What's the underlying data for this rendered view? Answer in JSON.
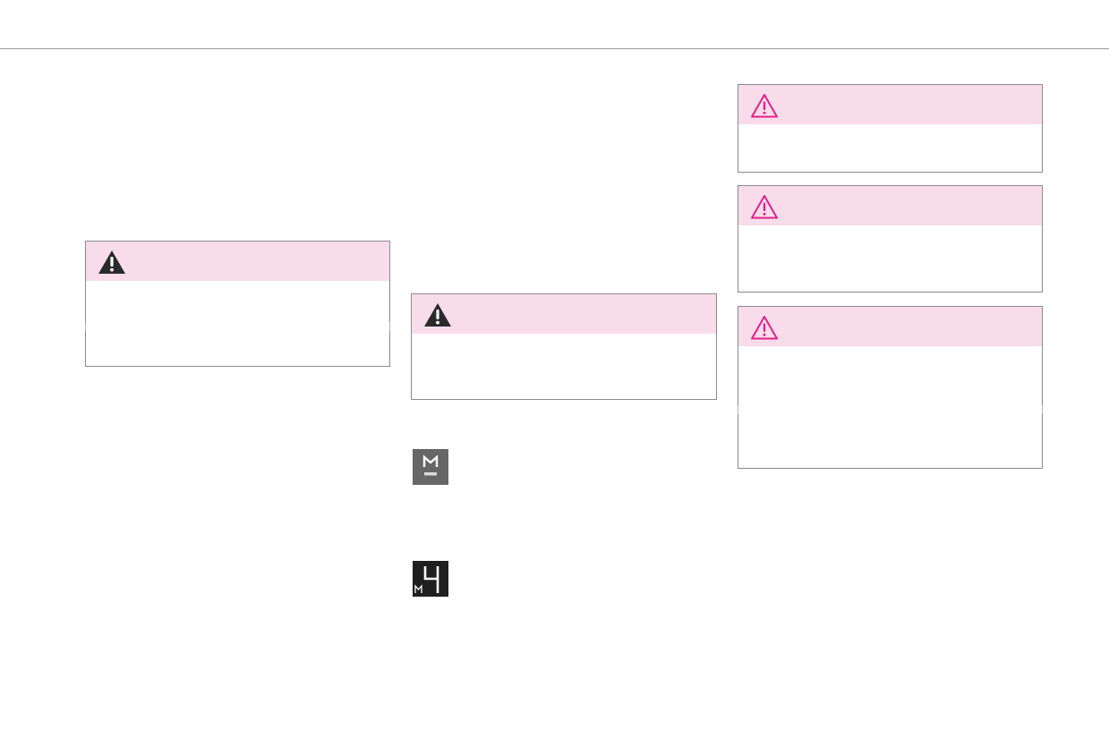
{
  "page": {
    "warning_boxes": [
      {
        "id": "warning-box-1",
        "icon": "warning-filled-icon",
        "icon_color": "#2a2a2a",
        "header_color": "#f9dcea"
      },
      {
        "id": "warning-box-2",
        "icon": "warning-filled-icon",
        "icon_color": "#2a2a2a",
        "header_color": "#f9dcea"
      },
      {
        "id": "caution-box-1",
        "icon": "warning-outline-icon",
        "icon_color": "#e0218a",
        "header_color": "#f9dcea"
      },
      {
        "id": "caution-box-2",
        "icon": "warning-outline-icon",
        "icon_color": "#e0218a",
        "header_color": "#f9dcea"
      },
      {
        "id": "caution-box-3",
        "icon": "warning-outline-icon",
        "icon_color": "#e0218a",
        "header_color": "#f9dcea"
      }
    ],
    "indicators": [
      {
        "name": "manual-mode-indicator",
        "label": "M"
      },
      {
        "name": "manual-gear-indicator",
        "mode_label": "M",
        "gear": "4"
      }
    ]
  }
}
